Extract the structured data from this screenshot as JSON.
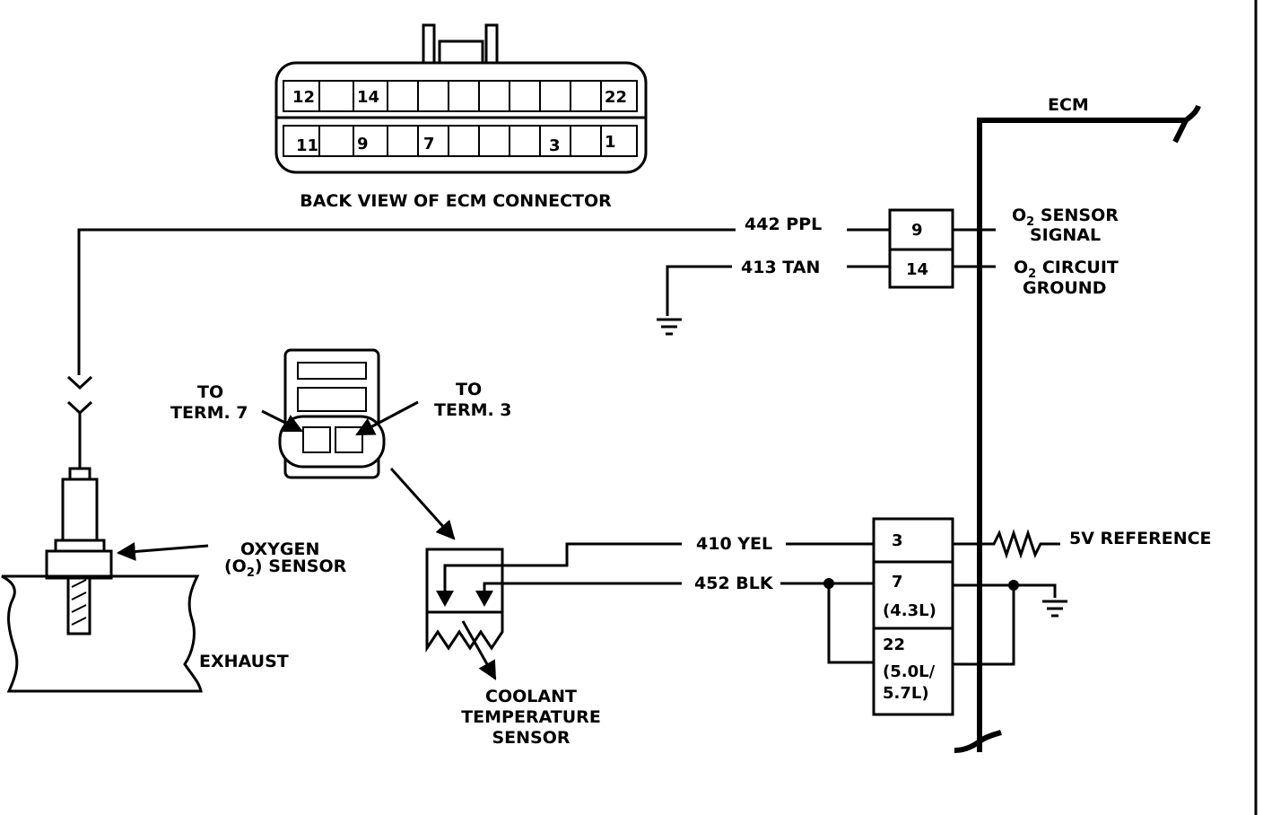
{
  "connector": {
    "title": "BACK VIEW OF ECM CONNECTOR",
    "top_pins": [
      "12",
      "14",
      "22"
    ],
    "bottom_pins": [
      "11",
      "9",
      "7",
      "3",
      "1"
    ]
  },
  "ecm": {
    "label": "ECM"
  },
  "o2_circuit": {
    "wire_signal": "442 PPL",
    "wire_ground": "413 TAN",
    "pin_signal": "9",
    "pin_ground": "14",
    "signal_label_line1": "O",
    "signal_label_sub": "2",
    "signal_label_rest": " SENSOR",
    "signal_label_line2": "SIGNAL",
    "ground_label_line1": "O",
    "ground_label_sub": "2",
    "ground_label_rest": " CIRCUIT",
    "ground_label_line2": "GROUND"
  },
  "coolant_connector": {
    "left_line1": "TO",
    "left_line2": "TERM. 7",
    "right_line1": "TO",
    "right_line2": "TERM. 3"
  },
  "oxygen_sensor": {
    "line1": "OXYGEN",
    "line2_pre": "(O",
    "line2_sub": "2",
    "line2_post": ") SENSOR",
    "exhaust": "EXHAUST"
  },
  "coolant_sensor": {
    "line1": "COOLANT",
    "line2": "TEMPERATURE",
    "line3": "SENSOR"
  },
  "coolant_circuit": {
    "wire_yel": "410 YEL",
    "wire_blk": "452 BLK",
    "pin_3": "3",
    "pin_7": "7",
    "pin_7_note": "(4.3L)",
    "pin_22": "22",
    "pin_22_note_line1": "(5.0L/",
    "pin_22_note_line2": "5.7L)",
    "reference": "5V REFERENCE"
  }
}
